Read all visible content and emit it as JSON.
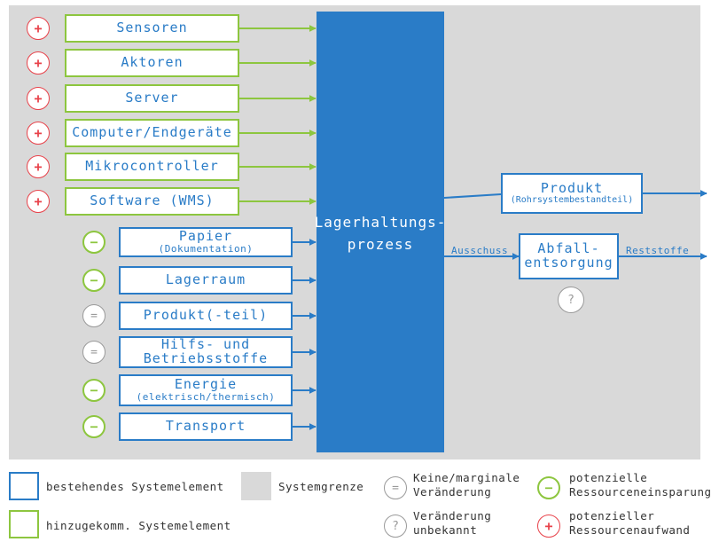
{
  "colors": {
    "blue": "#2a7cc7",
    "green": "#8dc63f",
    "red": "#e8424a",
    "grey": "#9a9a9a",
    "boundary": "#d9d9d9"
  },
  "process": {
    "line1": "Lagerhaltungs-",
    "line2": "prozess"
  },
  "added_inputs": [
    {
      "label": "Sensoren",
      "icon": "plus-icon"
    },
    {
      "label": "Aktoren",
      "icon": "plus-icon"
    },
    {
      "label": "Server",
      "icon": "plus-icon"
    },
    {
      "label": "Computer/Endgeräte",
      "icon": "plus-icon"
    },
    {
      "label": "Mikrocontroller",
      "icon": "plus-icon"
    },
    {
      "label": "Software (WMS)",
      "icon": "plus-icon"
    }
  ],
  "existing_inputs": [
    {
      "label": "Papier",
      "sub": "(Dokumentation)",
      "icon": "minus-icon"
    },
    {
      "label": "Lagerraum",
      "icon": "minus-icon"
    },
    {
      "label": "Produkt(-teil)",
      "icon": "equal-icon"
    },
    {
      "label": "Hilfs- und",
      "label2": "Betriebsstoffe",
      "icon": "equal-icon"
    },
    {
      "label": "Energie",
      "sub": "(elektrisch/thermisch)",
      "icon": "minus-icon"
    },
    {
      "label": "Transport",
      "icon": "minus-icon"
    }
  ],
  "outputs": {
    "product": {
      "label": "Produkt",
      "sub": "(Rohrsystembestandteil)"
    },
    "waste": {
      "line1": "Abfall-",
      "line2": "entsorgung",
      "flow_label": "Ausschuss",
      "icon": "question-icon"
    },
    "residuals_label": "Reststoffe"
  },
  "icons": {
    "plus": "+",
    "minus": "−",
    "equal": "=",
    "question": "?"
  },
  "legend": {
    "existing_element": "bestehendes Systemelement",
    "added_element": "hinzugekomm. Systemelement",
    "system_boundary": "Systemgrenze",
    "no_change_1": "Keine/marginale",
    "no_change_2": "Veränderung",
    "unknown_1": "Veränderung",
    "unknown_2": "unbekannt",
    "saving_1": "potenzielle",
    "saving_2": "Ressourceneinsparung",
    "effort_1": "potenzieller",
    "effort_2": "Ressourcenaufwand"
  }
}
